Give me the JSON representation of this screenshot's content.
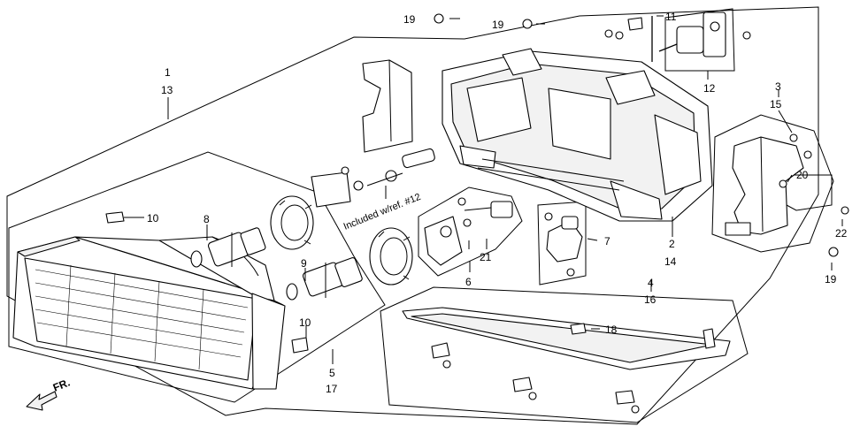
{
  "diagram": {
    "labels": {
      "l1": "1",
      "l13": "13",
      "l2": "2",
      "l14": "14",
      "l3": "3",
      "l15": "15",
      "l4": "4",
      "l16": "16",
      "l5": "5",
      "l17": "17",
      "l6": "6",
      "l7": "7",
      "l8": "8",
      "l9": "9",
      "l10a": "10",
      "l10b": "10",
      "l11": "11",
      "l12": "12",
      "l18": "18",
      "l19a": "19",
      "l19b": "19",
      "l19c": "19",
      "l20": "20",
      "l21": "21",
      "l22": "22"
    },
    "note": "Included w/ref. #12",
    "direction": "FR."
  }
}
